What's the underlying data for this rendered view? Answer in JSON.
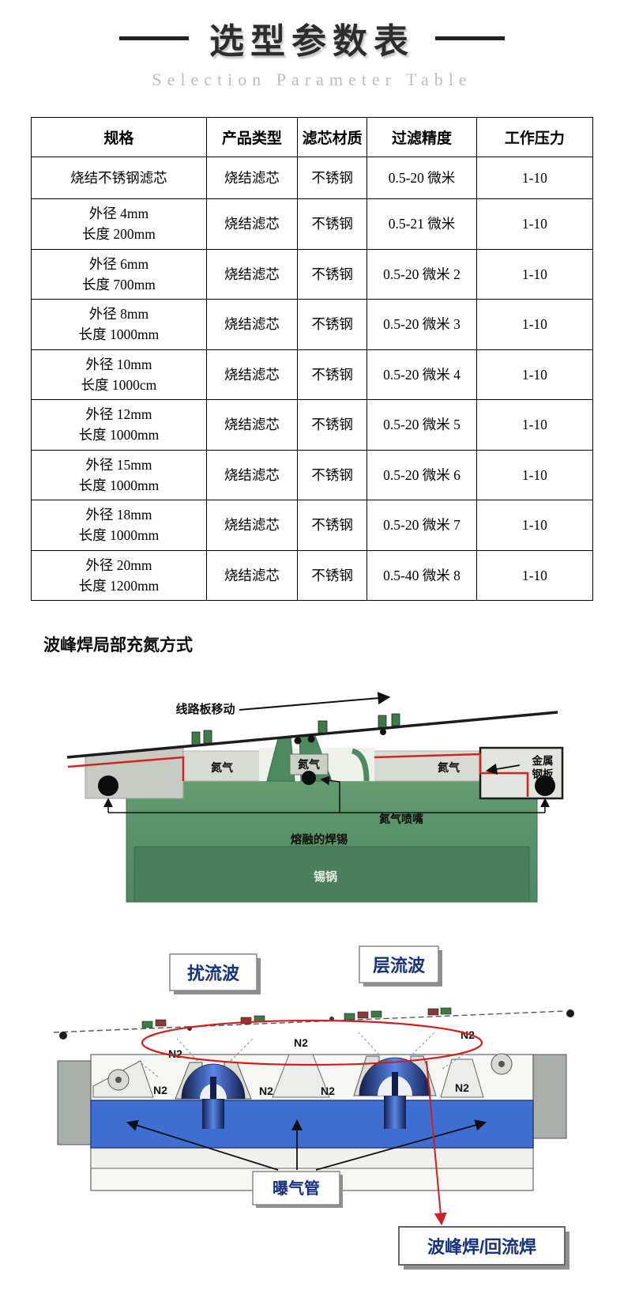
{
  "header": {
    "title": "选型参数表",
    "subtitle": "Selection Parameter Table"
  },
  "table": {
    "headers": [
      "规格",
      "产品类型",
      "滤芯材质",
      "过滤精度",
      "工作压力"
    ],
    "rows": [
      [
        "烧结不锈钢滤芯",
        "烧结滤芯",
        "不锈钢",
        "0.5-20 微米",
        "1-10"
      ],
      [
        "外径 4mm\n长度 200mm",
        "烧结滤芯",
        "不锈钢",
        "0.5-21 微米",
        "1-10"
      ],
      [
        "外径 6mm\n长度 700mm",
        "烧结滤芯",
        "不锈钢",
        "0.5-20 微米 2",
        "1-10"
      ],
      [
        "外径 8mm\n长度 1000mm",
        "烧结滤芯",
        "不锈钢",
        "0.5-20 微米 3",
        "1-10"
      ],
      [
        "外径 10mm\n长度 1000cm",
        "烧结滤芯",
        "不锈钢",
        "0.5-20 微米 4",
        "1-10"
      ],
      [
        "外径 12mm\n长度 1000mm",
        "烧结滤芯",
        "不锈钢",
        "0.5-20 微米 5",
        "1-10"
      ],
      [
        "外径 15mm\n长度 1000mm",
        "烧结滤芯",
        "不锈钢",
        "0.5-20 微米 6",
        "1-10"
      ],
      [
        "外径 18mm\n长度 1000mm",
        "烧结滤芯",
        "不锈钢",
        "0.5-20 微米 7",
        "1-10"
      ],
      [
        "外径 20mm\n长度 1200mm",
        "烧结滤芯",
        "不锈钢",
        "0.5-40 微米 8",
        "1-10"
      ]
    ]
  },
  "section_heading": "波峰焊局部充氮方式",
  "nitrogen_diagram": {
    "pcb_movement": "线路板移动",
    "nitrogen_left": "氮气",
    "nitrogen_center": "氮气",
    "nitrogen_right": "氮气",
    "metal_plate_line1": "金属",
    "metal_plate_line2": "钢板",
    "nitrogen_nozzle": "氮气喷嘴",
    "molten_solder": "熔融的焊锡",
    "tin_pot": "锡锅"
  },
  "wave_diagram": {
    "turbulent_wave": "扰流波",
    "laminar_wave": "层流波",
    "n2": "N2",
    "aeration_pipe": "曝气管",
    "wave_reflow": "波峰焊/回流焊"
  },
  "colors": {
    "title_text": "#2d2d2d",
    "subtitle_text": "#bdbdbd",
    "table_border": "#000000",
    "pot_green": "#5d976a",
    "tin_pot_green": "#4a7f5b",
    "seal_red": "#d42420",
    "tank_blue": "#3e6ed2",
    "wave_navy": "#121f4e",
    "label_blue": "#16327e",
    "highlight_red": "#d01f1f"
  }
}
